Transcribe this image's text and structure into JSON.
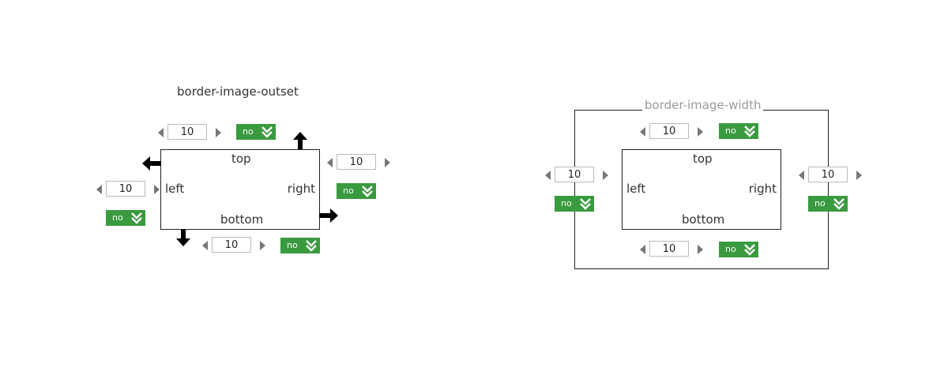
{
  "outset": {
    "title": "border-image-outset",
    "box_labels": {
      "top": "top",
      "left": "left",
      "right": "right",
      "bottom": "bottom"
    },
    "top": {
      "value": "10",
      "toggle": "no"
    },
    "right": {
      "value": "10",
      "toggle": "no"
    },
    "left": {
      "value": "10",
      "toggle": "no"
    },
    "bottom": {
      "value": "10",
      "toggle": "no"
    }
  },
  "width": {
    "title": "border-image-width",
    "box_labels": {
      "top": "top",
      "left": "left",
      "right": "right",
      "bottom": "bottom"
    },
    "top": {
      "value": "10",
      "toggle": "no"
    },
    "right": {
      "value": "10",
      "toggle": "no"
    },
    "left": {
      "value": "10",
      "toggle": "no"
    },
    "bottom": {
      "value": "10",
      "toggle": "no"
    }
  },
  "colors": {
    "toggle_green": "#3a9a3f",
    "arrow_gray": "#777777"
  },
  "icons": {
    "toggle_icon": "double-chevron-down-icon",
    "spinner_icons": [
      "triangle-left-icon",
      "triangle-right-icon"
    ],
    "outset_arrows": "thick-arrow-icon"
  }
}
